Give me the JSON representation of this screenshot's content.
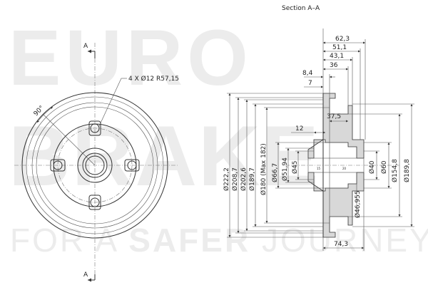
{
  "watermark": {
    "line1": "EURO",
    "line2": "BRAKE",
    "line3_pre": "FOR A ",
    "line3_bold": "SAFER",
    "line3_post": " JOURNEY"
  },
  "section_title": "Section  A–A",
  "front_view": {
    "section_mark_top": "A",
    "section_mark_bottom": "A",
    "bolt_callout": "4  X  Ø12   R57,15",
    "angle_label": "90°"
  },
  "top_dims": [
    "62,3",
    "51,1",
    "43,1",
    "36",
    "8,4",
    "7"
  ],
  "left_dims": [
    "Ø222,2",
    "Ø208,7",
    "Ø202,6",
    "Ø189,7",
    "Ø180  (Max 182)",
    "Ø66,7",
    "Ø51,94",
    "Ø45"
  ],
  "right_dims": [
    "Ø40",
    "Ø60",
    "Ø154,8",
    "Ø189,8",
    "Ø46,955"
  ],
  "inner_dims": [
    "37,5",
    "12"
  ],
  "tiny_labels": [
    "15",
    "20"
  ],
  "bottom_dim": "74,3"
}
